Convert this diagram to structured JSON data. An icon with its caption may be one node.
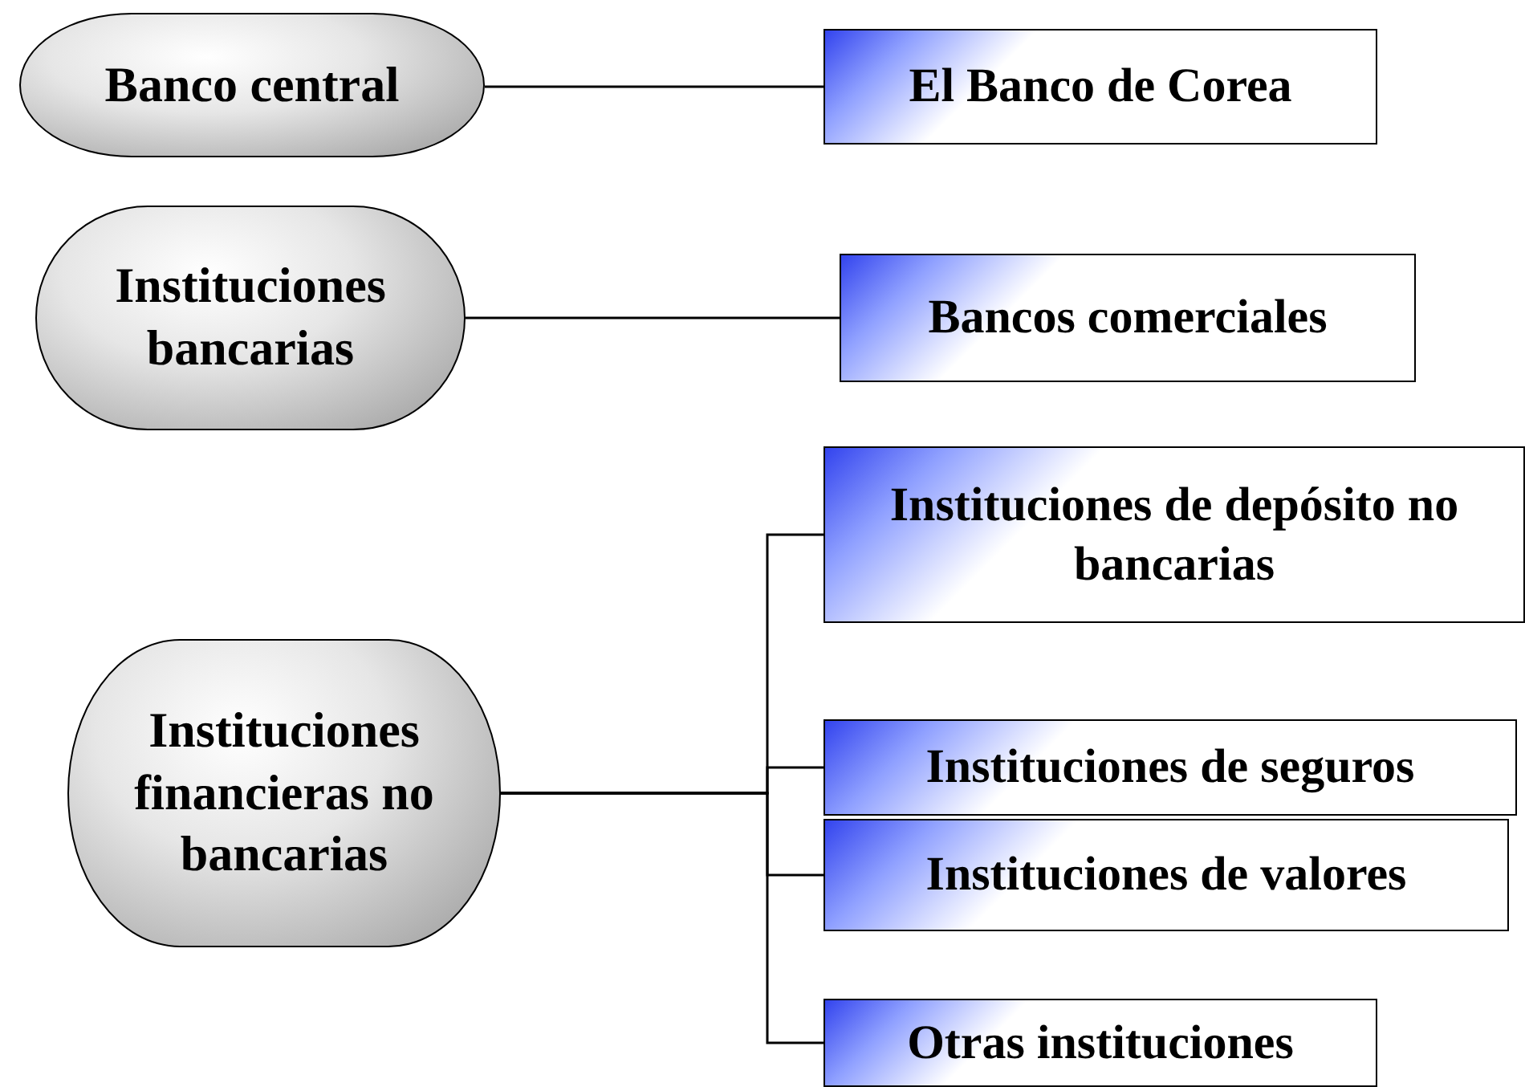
{
  "diagram": {
    "nodes": [
      {
        "text": [
          "Banco central"
        ]
      },
      {
        "text": [
          "El Banco de Corea"
        ]
      },
      {
        "text": [
          "Instituciones bancarias"
        ]
      },
      {
        "text": [
          "Bancos comerciales"
        ]
      },
      {
        "text": [
          "Instituciones financieras no bancarias"
        ]
      },
      {
        "text": [
          "Instituciones de depósito no bancarias"
        ]
      },
      {
        "text": [
          "Instituciones de seguros"
        ]
      },
      {
        "text": [
          "Instituciones de valores"
        ]
      },
      {
        "text": [
          "Otras instituciones"
        ]
      }
    ],
    "edges": [
      {
        "from": 0,
        "to": 1,
        "arrow": "none"
      },
      {
        "from": 2,
        "to": 3,
        "arrow": "none"
      },
      {
        "from": 4,
        "to": 5,
        "arrow": "none"
      },
      {
        "from": 4,
        "to": 6,
        "arrow": "none"
      },
      {
        "from": 4,
        "to": 7,
        "arrow": "none"
      },
      {
        "from": 4,
        "to": 8,
        "arrow": "none"
      }
    ]
  }
}
